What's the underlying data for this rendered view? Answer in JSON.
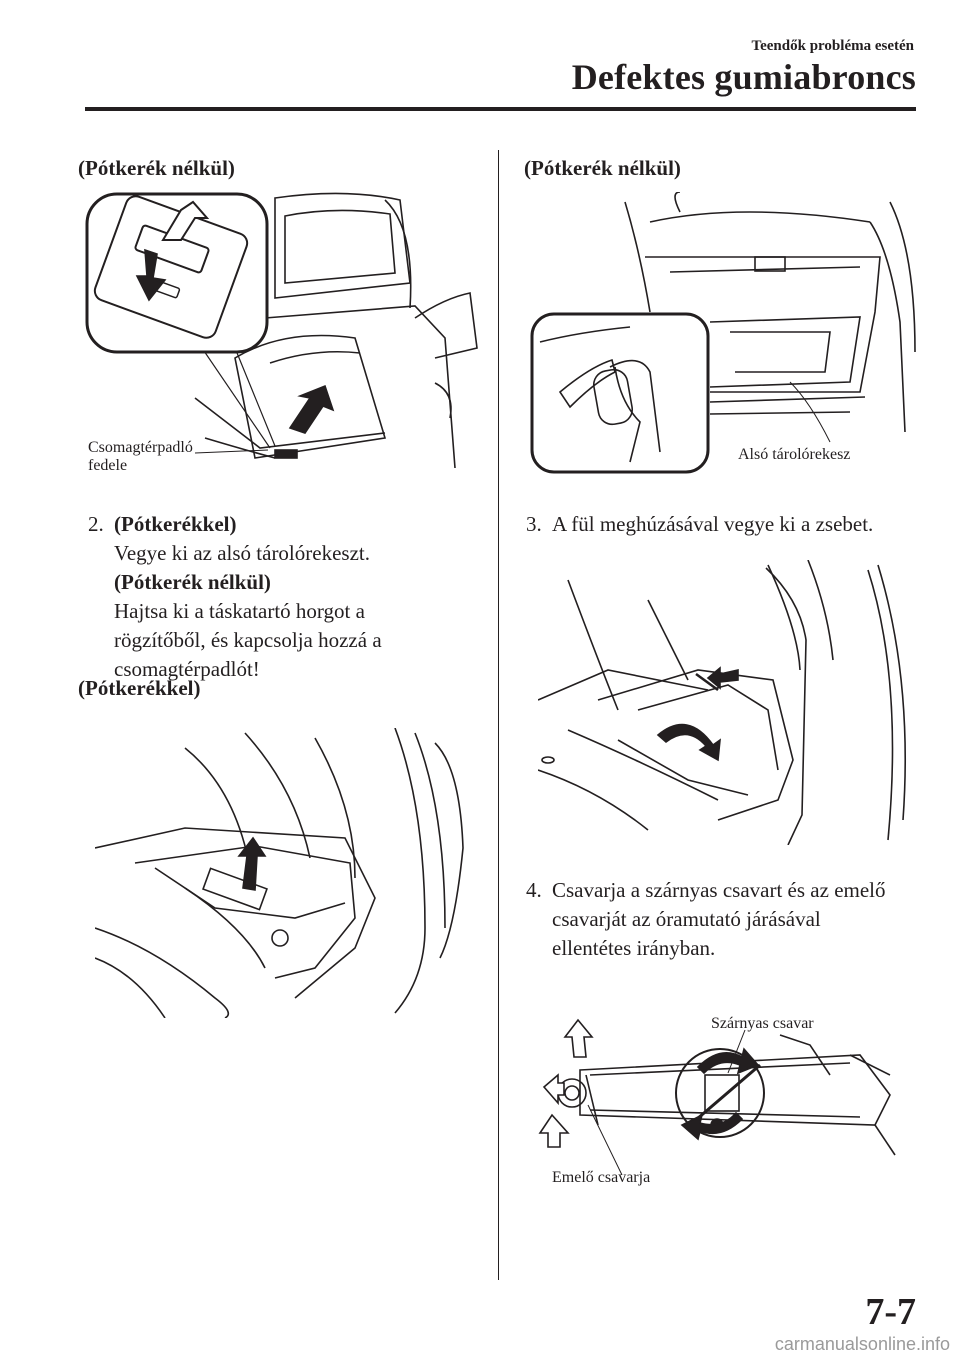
{
  "header": {
    "section": "Teendők probléma esetén",
    "chapter": "Defektes gumiabroncs"
  },
  "left": {
    "subhead1": "(Pótkerék nélkül)",
    "figure1_caption": [
      "Csomagtérpadló",
      "fedele"
    ],
    "step2": {
      "number": "2.",
      "with_spare_label": "(Pótkerékkel)",
      "with_spare_text": "Vegye ki az alsó tárolórekeszt.",
      "without_spare_label": "(Pótkerék nélkül)",
      "without_spare_text": [
        "Hajtsa ki a táskatartó horgot a",
        "rögzítőből, és kapcsolja hozzá a",
        "csomagtérpadlót!"
      ]
    },
    "subhead2": "(Pótkerékkel)"
  },
  "right": {
    "subhead1": "(Pótkerék nélkül)",
    "figure1_caption": "Alsó tárolórekesz",
    "step3": {
      "number": "3.",
      "text": "A fül meghúzásával vegye ki a zsebet."
    },
    "step4": {
      "number": "4.",
      "text": [
        "Csavarja a szárnyas csavart és az emelő",
        "csavarját az óramutató járásával",
        "ellentétes irányban."
      ]
    },
    "figure3_label_top": "Szárnyas csavar",
    "figure3_label_bottom": "Emelő csavarja"
  },
  "footer": {
    "page_number": "7-7",
    "watermark": "carmanualsonline.info"
  }
}
